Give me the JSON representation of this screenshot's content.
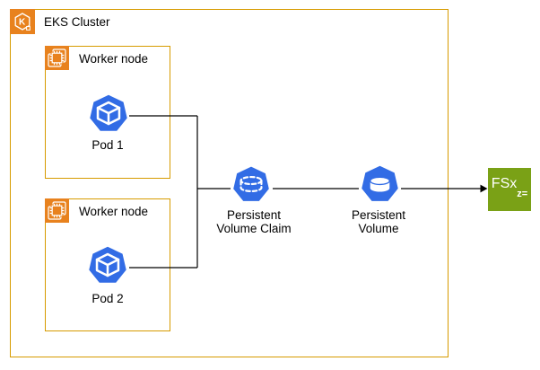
{
  "cluster": {
    "label": "EKS Cluster"
  },
  "workers": [
    {
      "label": "Worker node",
      "pod_label": "Pod 1"
    },
    {
      "label": "Worker node",
      "pod_label": "Pod 2"
    }
  ],
  "pvc": {
    "line1": "Persistent",
    "line2": "Volume Claim"
  },
  "pv": {
    "line1": "Persistent",
    "line2": "Volume"
  },
  "fsx": {
    "label": "FSx",
    "sub": "z="
  },
  "colors": {
    "box_border": "#D79B00",
    "icon_orange": "#E8821E",
    "kubernetes_blue": "#326CE5",
    "fsx_green": "#7AA116",
    "connector": "#000000",
    "text": "#000000",
    "background": "#FFFFFF"
  }
}
